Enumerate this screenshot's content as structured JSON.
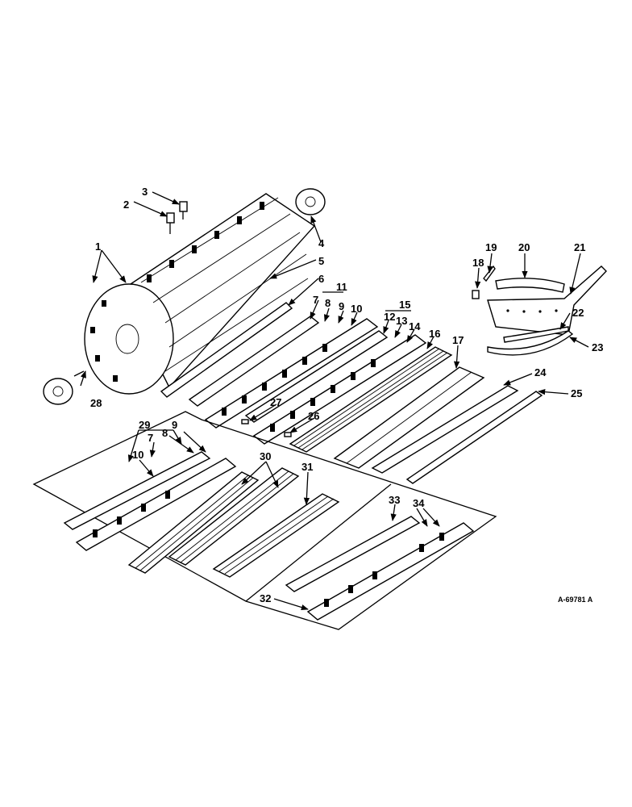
{
  "figure": {
    "reference": "A-69781 A",
    "callouts": [
      "1",
      "2",
      "3",
      "4",
      "5",
      "6",
      "7",
      "8",
      "9",
      "10",
      "11",
      "12",
      "13",
      "14",
      "15",
      "16",
      "17",
      "18",
      "19",
      "20",
      "21",
      "22",
      "23",
      "24",
      "25",
      "26",
      "27",
      "28",
      "29",
      "7",
      "8",
      "9",
      "10",
      "30",
      "31",
      "32",
      "33",
      "34"
    ]
  },
  "colors": {
    "ink": "#000000",
    "paper": "#ffffff"
  }
}
